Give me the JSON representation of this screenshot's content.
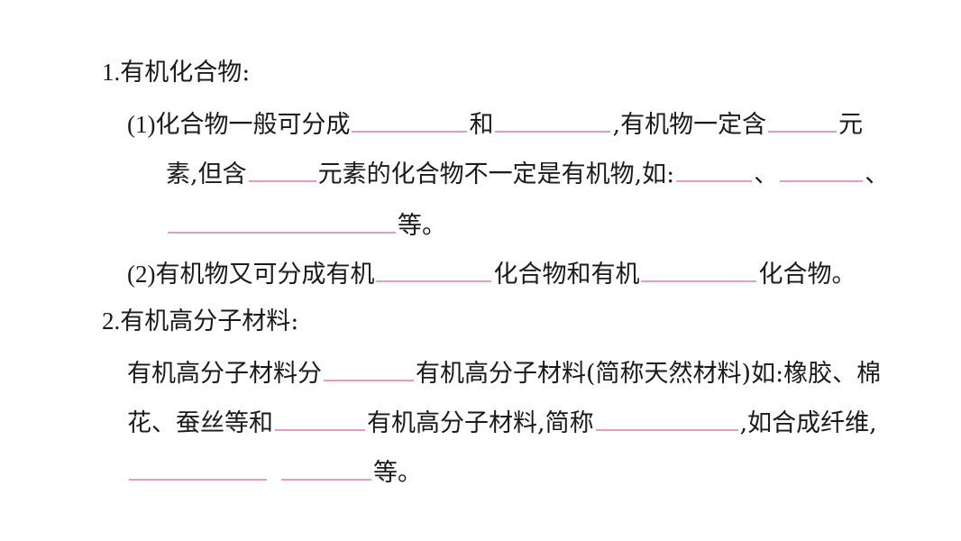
{
  "section1": {
    "number": "1.",
    "title": "有机化合物:",
    "item1": {
      "label": "(1)",
      "t1": "化合物一般可分成",
      "t2": "和",
      "t3": ",有机物一定含",
      "t4": "元",
      "t5": "素,但含",
      "t6": "元素的化合物不一定是有机物,如:",
      "t7": "、",
      "t8": "、",
      "t9": "等。"
    },
    "item2": {
      "label": "(2)",
      "t1": "有机物又可分成有机",
      "t2": "化合物和有机",
      "t3": "化合物。"
    }
  },
  "section2": {
    "number": "2.",
    "title": "有机高分子材料:",
    "t1": "有机高分子材料分",
    "t2": "有机高分子材料(简称天然材料)如:橡胶、棉",
    "t3": "花、蚕丝等和",
    "t4": "有机高分子材料,简称",
    "t5": ",如合成纤维,",
    "t6": "等。"
  },
  "colors": {
    "blank_line": "#e59ac8",
    "text": "#1a1a1a"
  }
}
